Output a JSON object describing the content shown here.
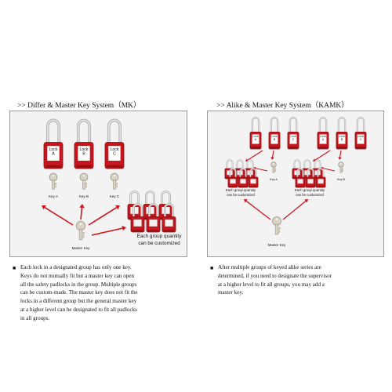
{
  "left": {
    "heading": ">> Differ & Master Key System（MK）",
    "locks": [
      "Lock\nA",
      "Lock\nB",
      "Lock\nC"
    ],
    "key_labels": [
      "Key A",
      "Key B",
      "Key C"
    ],
    "master_key_label": "Master Key",
    "group_caption": [
      "Each group quantity",
      "can be customized"
    ],
    "description_lines": [
      "Each lock in a designated group has only one key.",
      "Keys do not mutually fit but a master key can open",
      "all the safety padlocks in the group. Multiple groups",
      "can be custom-made. The master key does not fit the",
      "locks in a different group but the general master key",
      "at a higher level can be designated to fit all padlocks",
      "in all groups."
    ]
  },
  "right": {
    "heading": ">> Alike & Master Key System（KAMK）",
    "group_a_locks": [
      "Lock\nA",
      "Lock\nB",
      "Lock\nC"
    ],
    "group_b_locks": [
      "Lock\nA",
      "Lock\nB",
      "Lock\nC"
    ],
    "key_a_label": "Key A",
    "key_b_label": "Key B",
    "caption_left": [
      "Each group quantity",
      "can be customized"
    ],
    "caption_right": [
      "Each group quantity",
      "can be customized"
    ],
    "master_key_label": "Master Key",
    "description_lines": [
      "After multiple groups of keyed alike series are",
      "determined, if you need to designate the supervisor",
      "at a higher level to fit all groups, you may add a",
      "master key."
    ]
  },
  "colors": {
    "lock_red": "#c4161c",
    "lock_dark": "#8e0d12",
    "shackle": "#b9b9b9",
    "arrow": "#d0141b",
    "key": "#d8d3c5"
  }
}
